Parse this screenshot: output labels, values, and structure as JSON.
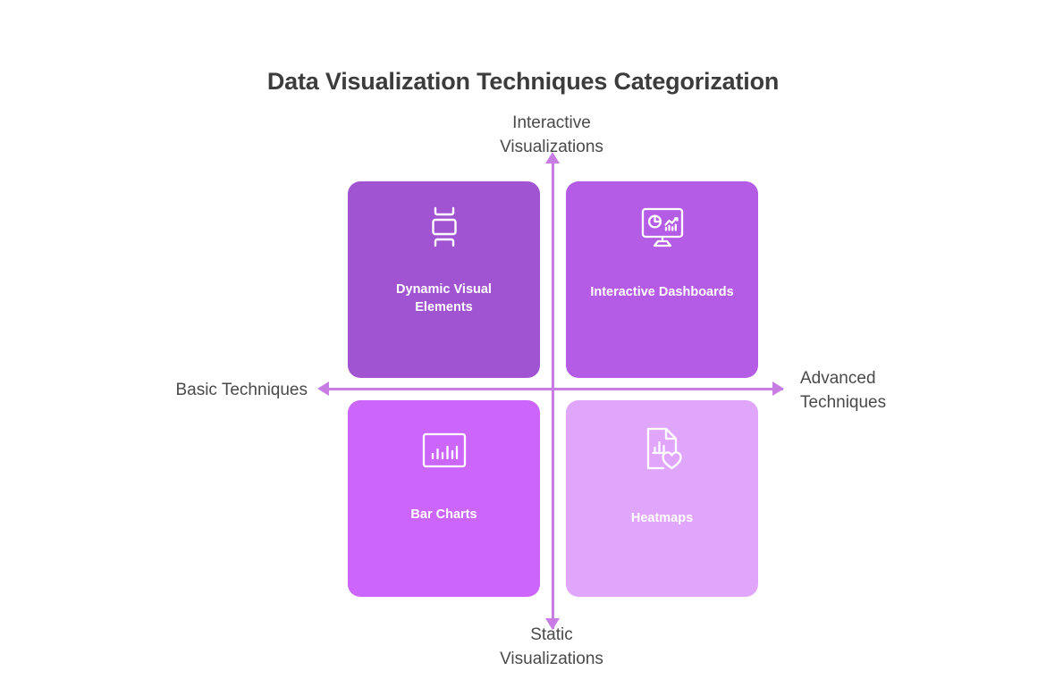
{
  "page": {
    "title": "Data Visualization Techniques Categorization",
    "background_color": "#ffffff",
    "title_color": "#3c3c3c"
  },
  "chart_data": {
    "type": "table",
    "title": "Data Visualization Techniques Categorization",
    "subtitle": "",
    "layout": "2x2-quadrant-matrix",
    "axes": {
      "x": {
        "left_label": "Basic Techniques",
        "right_label": "Advanced\nTechniques",
        "arrows": "both",
        "color": "#c77de4"
      },
      "y": {
        "top_label": "Interactive\nVisualizations",
        "bottom_label": "Static\nVisualizations",
        "arrows": "both",
        "color": "#c77de4"
      }
    },
    "quadrants": [
      {
        "position": "top-left",
        "label": "Dynamic Visual\nElements",
        "icon": "frame-brackets-icon",
        "color": "#a054d2",
        "x_category": "Basic Techniques",
        "y_category": "Interactive Visualizations"
      },
      {
        "position": "top-right",
        "label": "Interactive Dashboards",
        "icon": "monitor-dashboard-icon",
        "color": "#b45ce6",
        "x_category": "Advanced Techniques",
        "y_category": "Interactive Visualizations"
      },
      {
        "position": "bottom-left",
        "label": "Bar Charts",
        "icon": "bar-chart-framed-icon",
        "color": "#cc66fb",
        "x_category": "Basic Techniques",
        "y_category": "Static Visualizations"
      },
      {
        "position": "bottom-right",
        "label": "Heatmaps",
        "icon": "document-chart-heart-icon",
        "color": "#e0a6fc",
        "x_category": "Advanced Techniques",
        "y_category": "Static Visualizations"
      }
    ],
    "categories": [
      "Dynamic Visual Elements",
      "Interactive Dashboards",
      "Bar Charts",
      "Heatmaps"
    ],
    "values": [],
    "xlabel": "Basic Techniques ↔ Advanced Techniques",
    "ylabel": "Static Visualizations ↔ Interactive Visualizations",
    "grid": false,
    "legend": "none"
  }
}
